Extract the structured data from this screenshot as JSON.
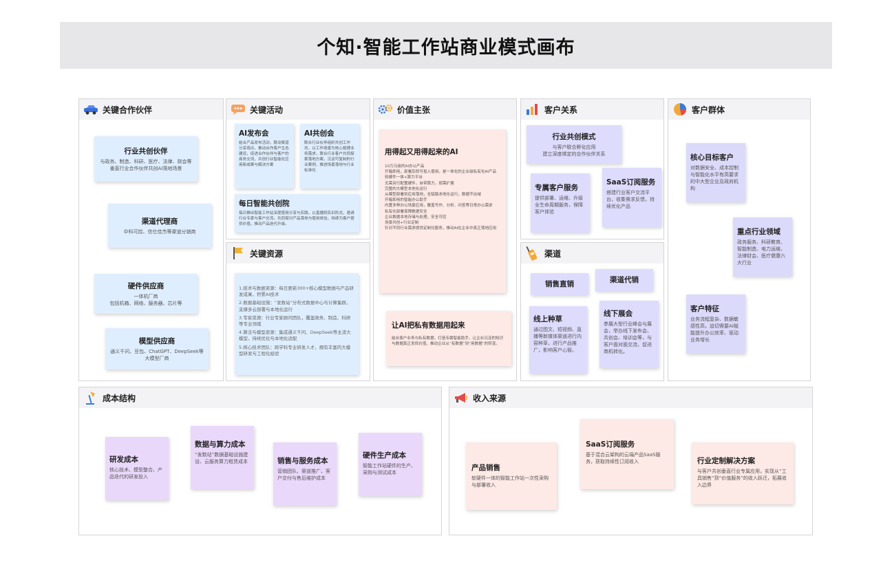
{
  "title": "个知·智能工作站商业模式画布",
  "sections": {
    "partners": {
      "label": "关键合作伙伴",
      "icon": "car-icon",
      "notes": [
        {
          "title": "行业共创伙伴",
          "body": "与政务、制造、科研、医疗、法律、财会等垂直行业合作伙伴共创AI落地场景"
        },
        {
          "title": "渠道代理商",
          "body": "中科可控、信仕佳杰等渠道分销商"
        },
        {
          "title": "硬件供应商",
          "body": "一体机厂商\n包括机箱、网络、服务器、芯片等"
        },
        {
          "title": "模型供应商",
          "body": "通义千问、豆包、ChatGPT、DeepSeek等大模型厂商"
        }
      ]
    },
    "activities": {
      "label": "关键活动",
      "icon": "chat-bubble-icon",
      "notes": [
        {
          "title": "AI发布会",
          "body": "结合产品发布活动，联动渠道分享观点，推动合作客户生态建设，促进合作伙伴与客户的商务交流，共创行业智能化应用新成果与解决方案"
        },
        {
          "title": "AI共创会",
          "body": "联合行业伙伴组织共创工作坊，以工作场景为核心梳理业务需求，联合行业客户共同探索落地方案，沉淀可复制的行业案例，推进场景落地与行业标准化"
        },
        {
          "title": "每日智能共创院",
          "body": "每日推出智能工作站深度使用分享与实践，以直播和实训形式，邀请行业专家与客户交流，共同探讨产品落地与使用体验，持续为客户提供价值，推动产品迭代升级。"
        }
      ]
    },
    "resources": {
      "label": "关键资源",
      "icon": "flag-icon",
      "items": [
        "1.技术与数据资源：每日更新300+核心模型数据与产品研发成果，积累AI技术",
        "2.数据基础设施：“发数站”分布式数据中心与计算集群，支撑多云部署与本地化运行",
        "3.专家资源：行业专家顾问团队，覆盖政务、制造、科研等专业领域",
        "4.算法与模型资源：集成通义千问、DeepSeek等主流大模型，持续优化与本地化适配",
        "5.核心技术团队：跨学科专业研发人才，拥有丰富的大模型研发与工程化经验"
      ]
    },
    "value": {
      "label": "价值主张",
      "icon": "gears-icon",
      "notes": [
        {
          "title": "用得起又用得起来的AI",
          "body": "10万元级的AI办公产品\n开箱即用，部署后即可投入使用，是一体化的企业级私有化AI产品\n软硬件一体+算力平台\n无需另行配置硬件，自带算力，按需扩展\n完整的大模型本地化运行\n从模型部署到应用落地，全链路本地化运行，数据不出域\n开箱即用的智能办公助手\n内置多种办公场景应用，覆盖写作、分析、问答等日常办公需求\n私有化部署保障数据安全\n企业数据本地存储与处理，安全可控\n场景共创+行业定制\n针对不同行业需求提供定制化服务，推动AI在企业中真正落地应用"
        },
        {
          "title": "让AI把私有数据用起来",
          "body": "结合客户业务与私有数据，打造专属智能助手，让企业沉淀的知识与数据真正发挥价值，推动企业从“有数据”到“用数据”的转变。"
        }
      ]
    },
    "relations": {
      "label": "客户关系",
      "icon": "bar-chart-icon",
      "notes": [
        {
          "title": "行业共创模式",
          "body": "与客户联合孵化应用\n建立深度绑定的合作伙伴关系"
        },
        {
          "title": "专属客户服务",
          "body": "提供部署、运维、升级全生命周期服务，保障客户体验"
        },
        {
          "title": "SaaS订阅服务",
          "body": "搭建行业客户交流平台，收集需求反馈，持续优化产品"
        }
      ]
    },
    "channels": {
      "label": "渠道",
      "icon": "walkie-talkie-icon",
      "notes": [
        {
          "title": "销售直销",
          "body": ""
        },
        {
          "title": "渠道代销",
          "body": ""
        },
        {
          "title": "线上种草",
          "body": "通过图文、短视频、直播等新媒体渠道进行内容种草，进行产品推广，影响客户心智。"
        },
        {
          "title": "线下展会",
          "body": "参展大型行业峰会与展会，举办线下发布会、共创会、培训会等，与客户面对面交流，促进商机转化。"
        }
      ]
    },
    "segments": {
      "label": "客户群体",
      "icon": "pie-chart-icon",
      "notes": [
        {
          "title": "核心目标客户",
          "body": "对数据安全、成本控制与智能化水平有高要求的中大型企业及政府机构"
        },
        {
          "title": "重点行业领域",
          "body": "政务服务、科研教育、智能制造、电力运维、法律财会、医疗健康六大行业"
        },
        {
          "title": "客户特征",
          "body": "业务流程复杂、数据敏感性高，迫切需要AI赋能提升办公效率、驱动业务增长"
        }
      ]
    },
    "cost": {
      "label": "成本结构",
      "icon": "desk-lamp-icon",
      "notes": [
        {
          "title": "研发成本",
          "body": "核心技术、模型整合、产品迭代的研发投入"
        },
        {
          "title": "数据与算力成本",
          "body": "“发数站”数据基础设施建设、云服务算力租赁成本"
        },
        {
          "title": "销售与服务成本",
          "body": "营销团队、渠道推广、客户交付与售后维护成本"
        },
        {
          "title": "硬件生产成本",
          "body": "智能工作站硬件的生产、采购与测试成本"
        }
      ]
    },
    "revenue": {
      "label": "收入来源",
      "icon": "megaphone-icon",
      "notes": [
        {
          "title": "产品销售",
          "body": "软硬件一体的智能工作站一次性采购与部署收入"
        },
        {
          "title": "SaaS订阅服务",
          "body": "基于混合云架构的云端产品SaaS服务，获取持续性订阅收入"
        },
        {
          "title": "行业定制解决方案",
          "body": "与客户共创垂直行业专属应用，实现从“工具销售”到“价值服务”的收入跃迁，拓展收入边界"
        }
      ]
    }
  }
}
